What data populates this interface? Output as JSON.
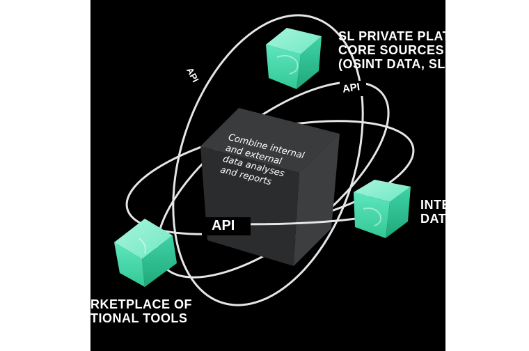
{
  "core": {
    "line1": "Combine internal",
    "line2": "and external",
    "line3": "data analyses",
    "line4": "and reports"
  },
  "nodes": {
    "top_right": {
      "line1": "SL PRIVATE PLATF",
      "line2": "CORE SOURCES",
      "line3": "(OSINT DATA, SL IS"
    },
    "right": {
      "line1": "INTE",
      "line2": "DATA"
    },
    "bottom_left": {
      "line1": "RKETPLACE OF",
      "line2": "TIONAL TOOLS"
    }
  },
  "api_labels": {
    "top_left": "API",
    "top_middle": "API",
    "center": "API"
  },
  "colors": {
    "background": "#000000",
    "cube_mint": "#4fe0b4",
    "core_cube": "#2e2f31",
    "orbit": "#e6e6e6"
  }
}
